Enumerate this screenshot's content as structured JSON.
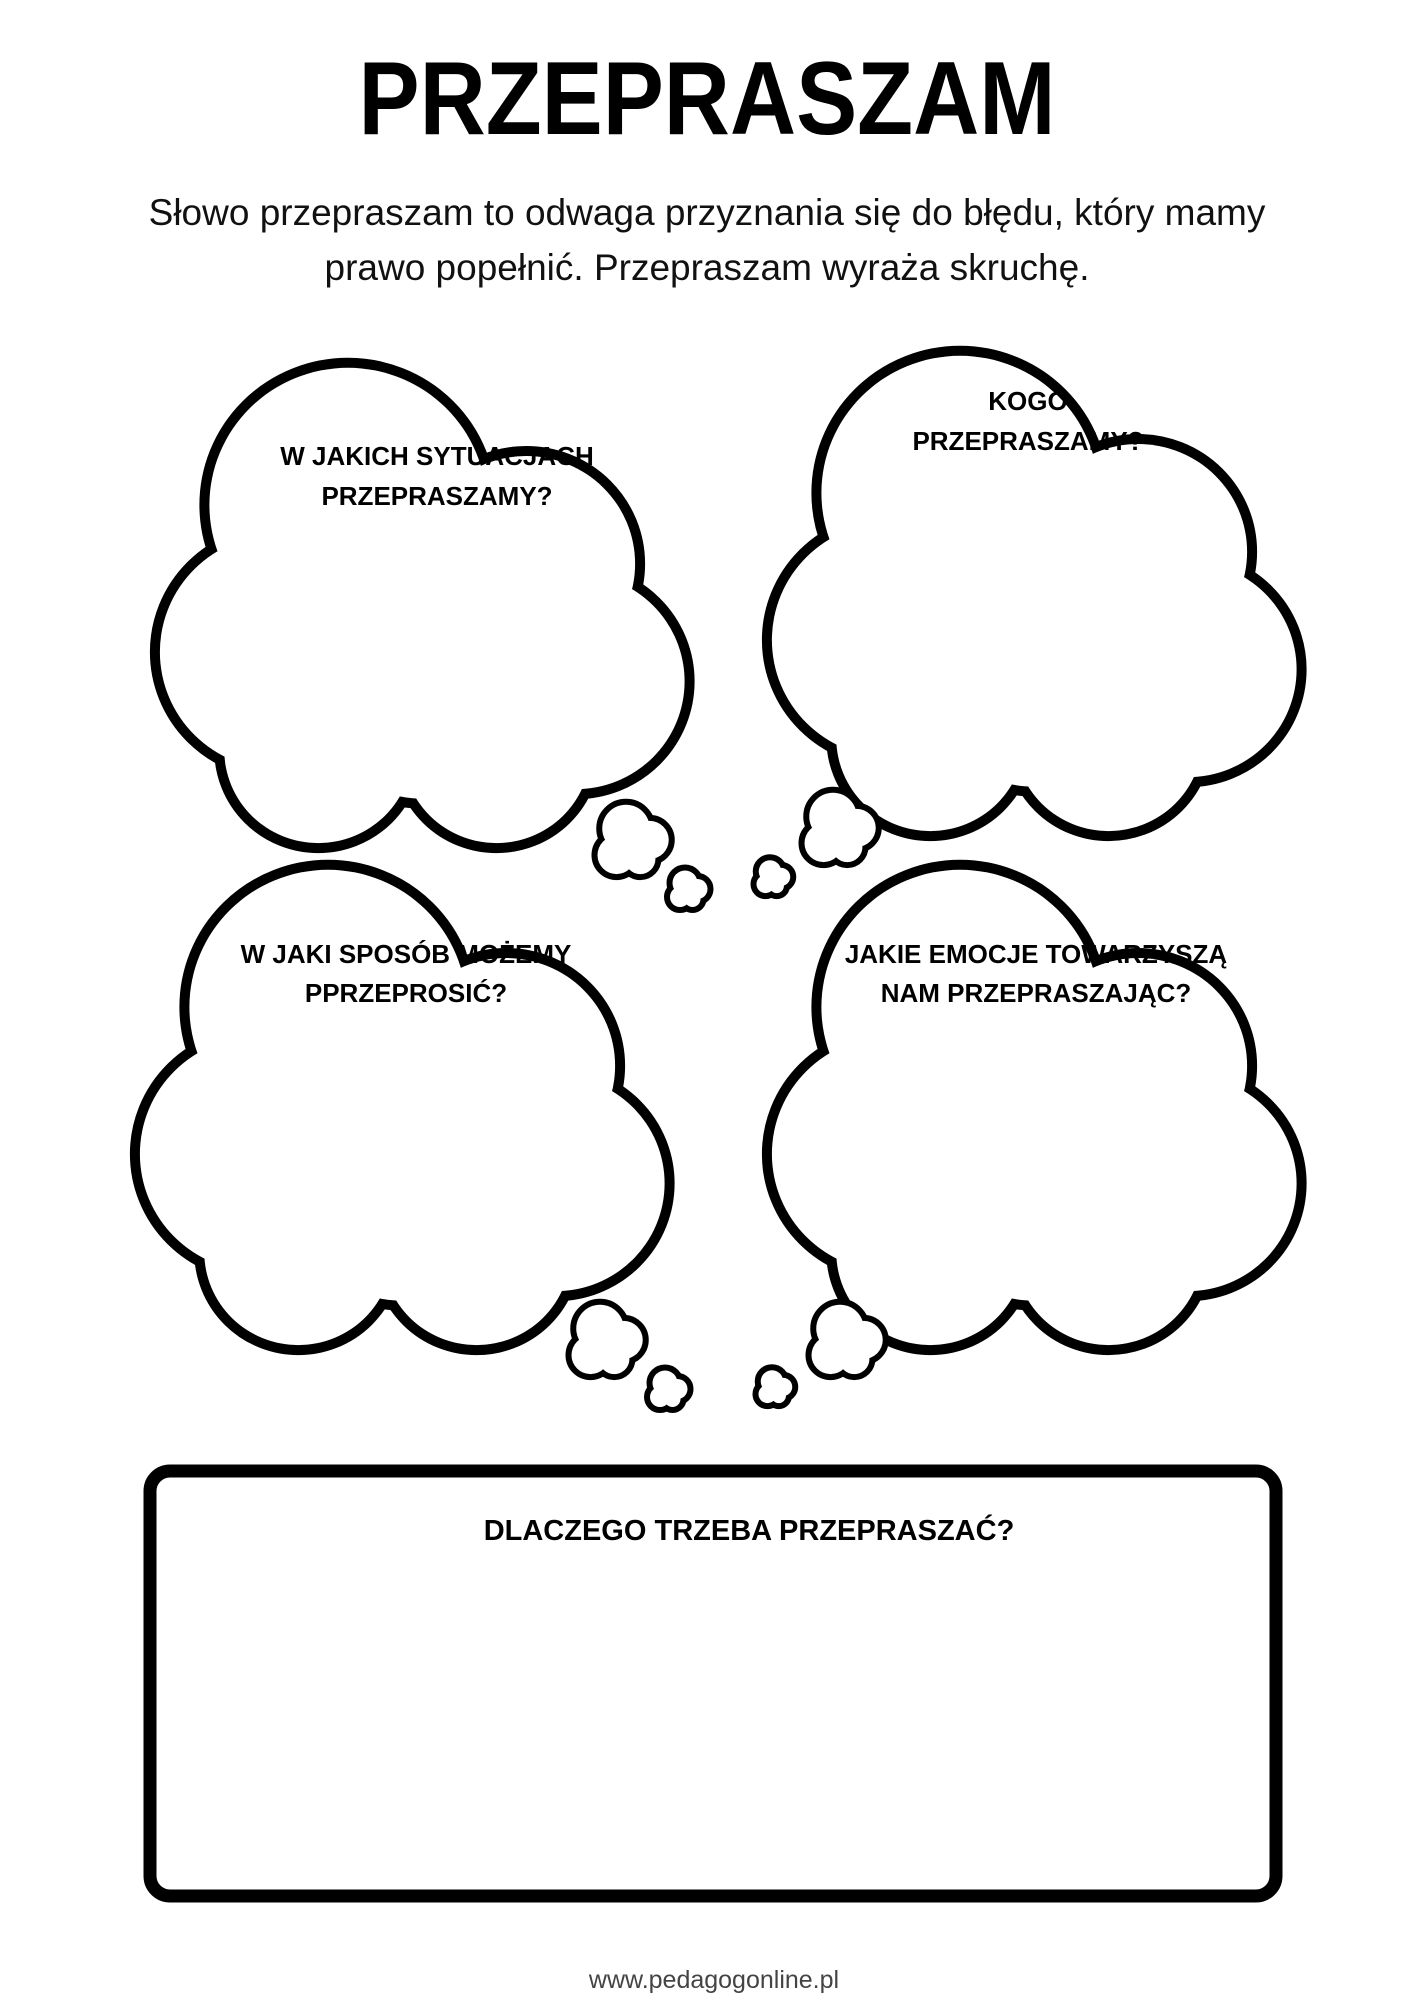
{
  "title": "PRZEPRASZAM",
  "subtitle": {
    "line1": "Słowo przepraszam to odwaga przyznania się do błędu, który mamy",
    "line2": "prawo popełnić. Przepraszam wyraża skruchę."
  },
  "clouds": [
    {
      "line1": "W JAKICH SYTUACJACH",
      "line2": "PRZEPRASZAMY?"
    },
    {
      "line1": "KOGO",
      "line2": "PRZEPRASZAMY?"
    },
    {
      "line1": "W JAKI SPOSÓB MOŻEMY",
      "line2": "PPRZEPROSIĆ?"
    },
    {
      "line1": "JAKIE EMOCJE TOWARZYSZĄ",
      "line2": "NAM PRZEPRASZAJĄC?"
    }
  ],
  "box": {
    "title": "DLACZEGO TRZEBA PRZEPRASZAĆ?"
  },
  "footer": "www.pedagogonline.pl",
  "colors": {
    "ink": "#000000",
    "paper": "#ffffff"
  }
}
